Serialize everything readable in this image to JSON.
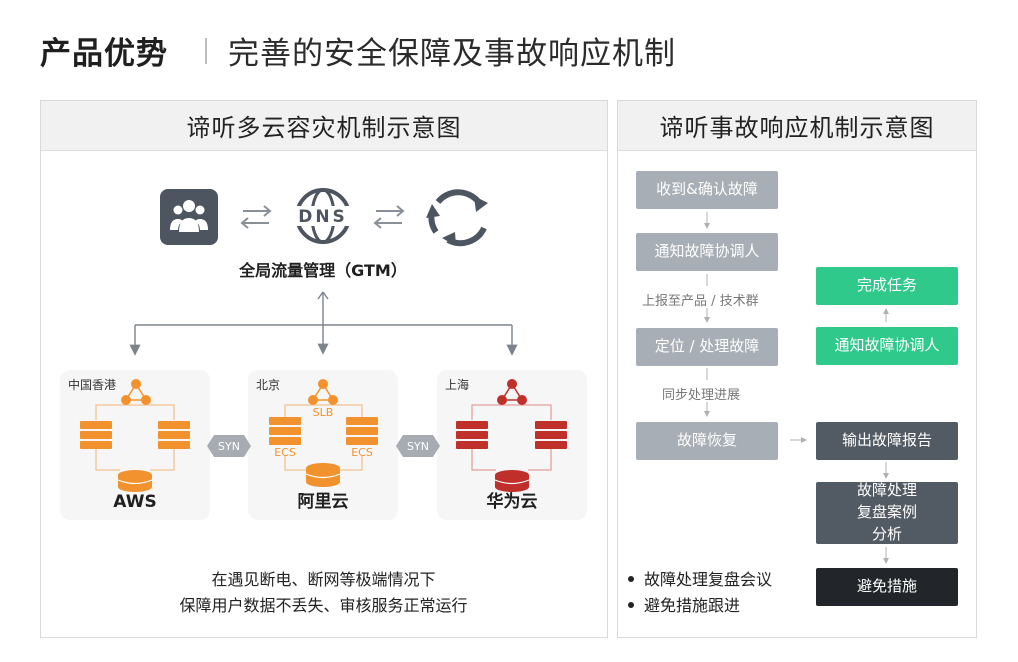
{
  "header": {
    "title": "产品优势",
    "subtitle": "完善的安全保障及事故响应机制"
  },
  "left_panel": {
    "title": "谛听多云容灾机制示意图",
    "gtm_label": "全局流量管理（GTM）",
    "dns_text": "DNS",
    "regions": [
      {
        "label": "中国香港",
        "cloud": "AWS"
      },
      {
        "label": "北京",
        "cloud": "阿里云",
        "slb": "SLB",
        "ecs_left": "ECS",
        "ecs_right": "ECS"
      },
      {
        "label": "上海",
        "cloud": "华为云"
      }
    ],
    "syn_label": "SYN",
    "caption_line1": "在遇见断电、断网等极端情况下",
    "caption_line2": "保障用户数据不丢失、审核服务正常运行",
    "colors": {
      "orange": "#f2922e",
      "red": "#c0302b",
      "icon_dark": "#4d5560"
    }
  },
  "right_panel": {
    "title": "谛听事故响应机制示意图",
    "steps": {
      "receive": "收到&确认故障",
      "notify": "通知故障协调人",
      "locate": "定位 / 处理故障",
      "recover": "故障恢复",
      "report": "输出故障报告",
      "review": "故障处理复盘案例分析",
      "avoid": "避免措施",
      "notify2": "通知故障协调人",
      "done": "完成任务"
    },
    "notes": {
      "escalate": "上报至产品 / 技术群",
      "sync": "同步处理进展"
    },
    "bullets": [
      "故障处理复盘会议",
      "避免措施跟进"
    ],
    "colors": {
      "gray": "#a7aeb5",
      "green": "#2fc98c",
      "dark": "#525a63",
      "black": "#22262a"
    }
  }
}
